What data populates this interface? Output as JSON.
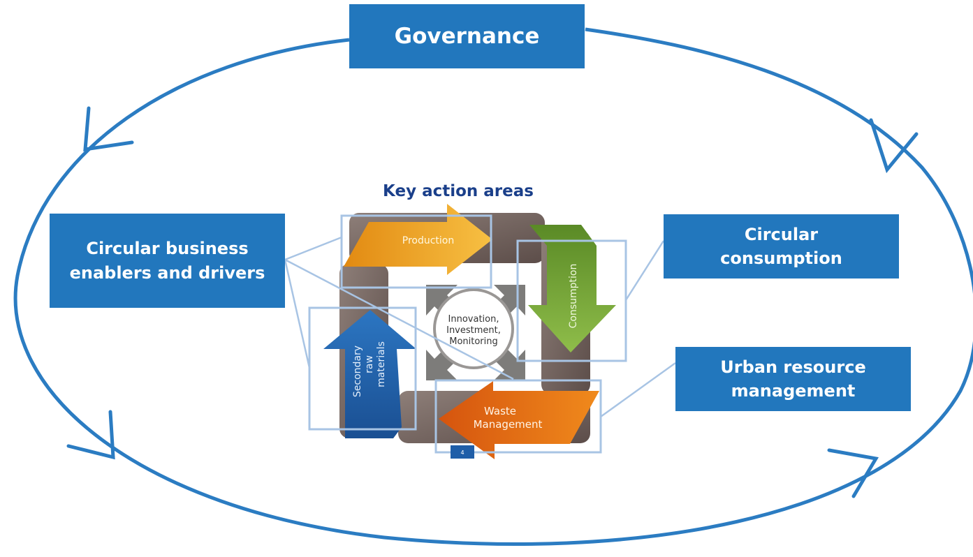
{
  "governance": {
    "label": "Governance"
  },
  "diagram": {
    "title": "Key action areas",
    "segments": {
      "production": "Production",
      "consumption": "Consumption",
      "waste_line1": "Waste",
      "waste_line2": "Management",
      "secondary_line1": "Secondary",
      "secondary_line2": "raw",
      "secondary_line3": "materials"
    },
    "center": {
      "line1": "Innovation,",
      "line2": "Investment,",
      "line3": "Monitoring"
    },
    "page_number": "4"
  },
  "callouts": {
    "enablers": "Circular business enablers and drivers",
    "consumption": "Circular consumption",
    "urban": "Urban  resource management"
  },
  "colors": {
    "outer_cycle": "#2b7cc2",
    "callout_bg": "#2277bd",
    "title": "#1a3f8a",
    "production": "#f0a21c",
    "consumption": "#6c9b2f",
    "waste": "#e86e18",
    "secondary": "#1f5ea8",
    "band": "#7a6a65",
    "frame": "#a8c4e4",
    "center_arrows": "#7d7c7a"
  },
  "icons": [
    "cycle-arrowhead-icon",
    "four-way-arrows-icon"
  ]
}
